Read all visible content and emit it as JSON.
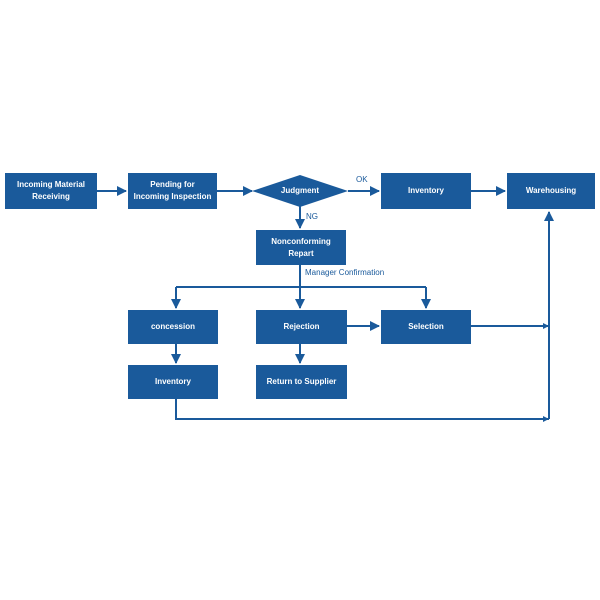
{
  "colors": {
    "box": "#1a5a9b",
    "line": "#1a5a9b",
    "background": "#ffffff"
  },
  "nodes": {
    "incoming_material": {
      "line1": "Incoming Material",
      "line2": "Receiving"
    },
    "pending_inspection": {
      "line1": "Pending for",
      "line2": "Incoming Inspection"
    },
    "judgment": {
      "label": "Judgment"
    },
    "inventory_top": {
      "label": "Inventory"
    },
    "warehousing": {
      "label": "Warehousing"
    },
    "nonconforming": {
      "line1": "Nonconforming",
      "line2": "Repart"
    },
    "concession": {
      "label": "concession"
    },
    "rejection": {
      "label": "Rejection"
    },
    "selection": {
      "label": "Selection"
    },
    "inventory_bottom": {
      "label": "Inventory"
    },
    "return_supplier": {
      "label": "Return to Supplier"
    }
  },
  "edge_labels": {
    "ok": "OK",
    "ng": "NG",
    "manager_confirmation": "Manager Confirmation"
  }
}
